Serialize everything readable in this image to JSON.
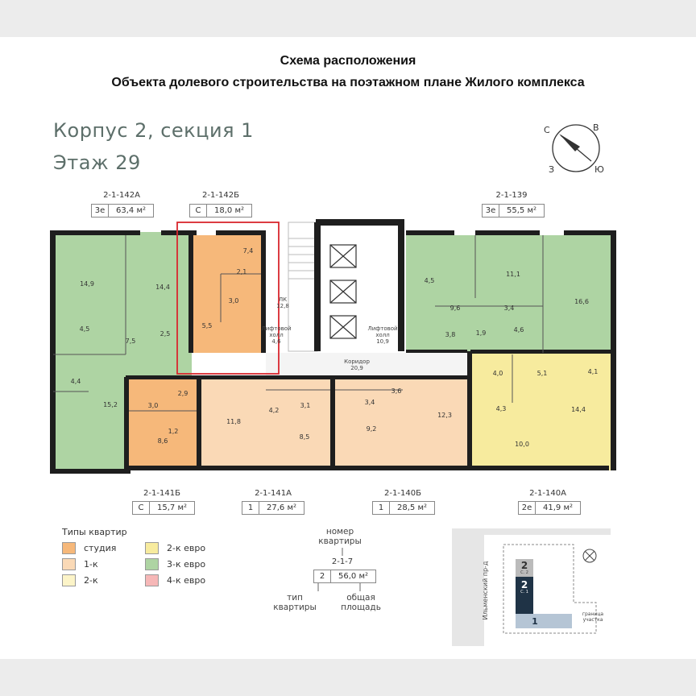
{
  "header": {
    "line1": "Схема расположения",
    "line2": "Объекта долевого строительства на поэтажном плане Жилого комплекса"
  },
  "building": {
    "title": "Корпус 2, секция 1",
    "floor": "Этаж 29"
  },
  "compass": {
    "n": "С",
    "e": "В",
    "s": "Ю",
    "w": "З"
  },
  "colors": {
    "studio": "#f6b87a",
    "one_room": "#fad9b6",
    "two_room": "#fcf4c8",
    "two_euro": "#f7eb9e",
    "three_euro": "#aed4a3",
    "four_euro": "#f6b7b7",
    "walls": "#1e1e1e",
    "highlight": "#d9262e"
  },
  "top_labels": [
    {
      "code": "2-1-142А",
      "type": "3е",
      "area": "63,4 м²"
    },
    {
      "code": "2-1-142Б",
      "type": "С",
      "area": "18,0 м²"
    },
    {
      "code": "2-1-139",
      "type": "3е",
      "area": "55,5 м²"
    }
  ],
  "bottom_labels": [
    {
      "code": "2-1-141Б",
      "type": "С",
      "area": "15,7 м²"
    },
    {
      "code": "2-1-141А",
      "type": "1",
      "area": "27,6 м²"
    },
    {
      "code": "2-1-140Б",
      "type": "1",
      "area": "28,5 м²"
    },
    {
      "code": "2-1-140А",
      "type": "2е",
      "area": "41,9 м²"
    }
  ],
  "rooms": {
    "a142a": [
      "14,9",
      "14,4",
      "4,5",
      "7,5",
      "2,5",
      "4,4",
      "15,2"
    ],
    "a142b": [
      "7,4",
      "2,1",
      "3,0",
      "5,5"
    ],
    "core": {
      "lift_hall_1": "Лифтовой\nхолл\n4,6",
      "lift_hall_2": "Лифтовой\nхолл\n10,9",
      "corridor": "Коридор\n20,9",
      "stair": "ЛК\n12,8"
    },
    "a139": [
      "4,5",
      "11,1",
      "9,6",
      "3,4",
      "16,6",
      "3,8",
      "1,9",
      "4,6"
    ],
    "a141b": [
      "2,9",
      "3,0",
      "1,2",
      "8,6"
    ],
    "a141a": [
      "11,8",
      "4,2",
      "3,1",
      "8,5"
    ],
    "a140b": [
      "3,4",
      "3,6",
      "9,2",
      "12,3"
    ],
    "a140a": [
      "4,0",
      "5,1",
      "4,1",
      "4,3",
      "14,4",
      "10,0"
    ]
  },
  "legend": {
    "title": "Типы квартир",
    "items": [
      {
        "label": "студия",
        "color": "#f6b87a"
      },
      {
        "label": "2-к евро",
        "color": "#f7eb9e"
      },
      {
        "label": "1-к",
        "color": "#fad9b6"
      },
      {
        "label": "3-к евро",
        "color": "#aed4a3"
      },
      {
        "label": "2-к",
        "color": "#fcf4c8"
      },
      {
        "label": "4-к евро",
        "color": "#f6b7b7"
      }
    ]
  },
  "example": {
    "top_caption": "номер\nквартиры",
    "code": "2-1-7",
    "type": "2",
    "area": "56,0 м²",
    "left_caption": "тип\nквартиры",
    "right_caption": "общая\nплощадь"
  },
  "site_map": {
    "road": "Ильменский пр-д",
    "boundary": "граница\nучастка",
    "building_2": "2",
    "sec2": "С. 2",
    "sec1": "С. 1",
    "building_1": "1"
  }
}
